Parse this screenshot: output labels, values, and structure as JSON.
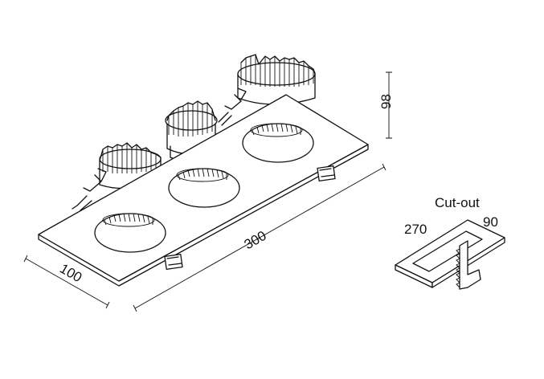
{
  "dimensions": {
    "width": "300",
    "depth": "100",
    "height": "98"
  },
  "cutout": {
    "title": "Cut-out",
    "length": "270",
    "width": "90"
  }
}
